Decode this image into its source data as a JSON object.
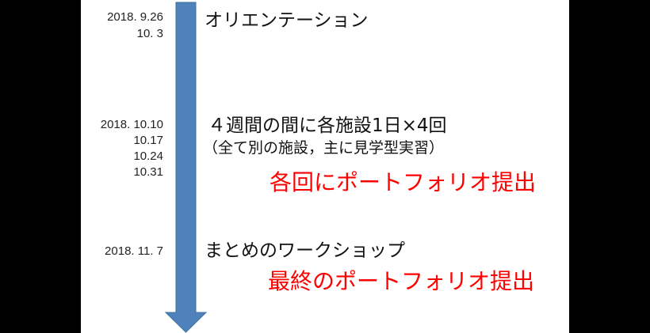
{
  "colors": {
    "arrow": "#4f81bd",
    "highlight": "#ff0000",
    "text": "#111111"
  },
  "timeline": [
    {
      "dates": [
        "2018. 9.26",
        "10. 3"
      ],
      "title": "オリエンテーション"
    },
    {
      "dates": [
        "2018. 10.10",
        "10.17",
        "10.24",
        "10.31"
      ],
      "title": "４週間の間に各施設1日×4回",
      "subtitle": "（全て別の施設，主に見学型実習）",
      "note": "各回にポートフォリオ提出"
    },
    {
      "dates": [
        "2018. 11. 7"
      ],
      "title": "まとめのワークショップ",
      "note": "最終のポートフォリオ提出"
    }
  ]
}
